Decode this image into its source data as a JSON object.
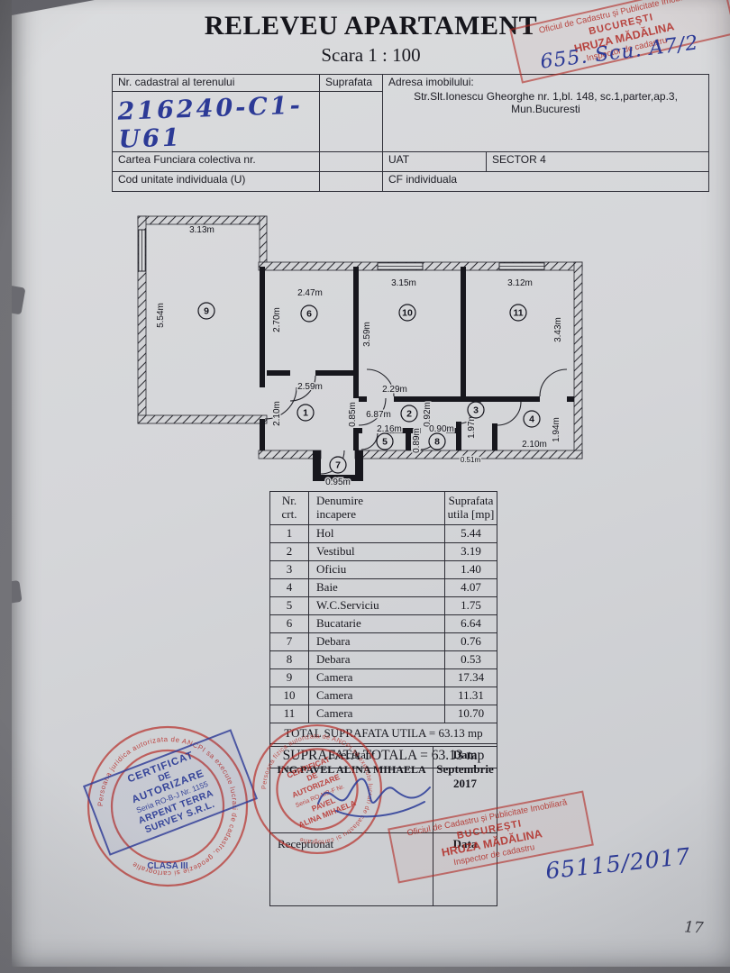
{
  "document": {
    "title": "RELEVEU APARTAMENT",
    "scale_label": "Scara 1 : 100",
    "page_number": "17"
  },
  "header_table": {
    "nr_cadastral_label": "Nr. cadastral al terenului",
    "suprafata_label": "Suprafata",
    "adresa_label": "Adresa imobilului:",
    "adresa_value": "Str.Slt.Ionescu Gheorghe nr. 1,bl. 148, sc.1,parter,ap.3,\nMun.Bucuresti",
    "nr_cadastral_value": "216240-C1-U61",
    "cartea_funciara_label": "Cartea Funciara colectiva nr.",
    "uat_label": "UAT",
    "uat_value": "SECTOR 4",
    "cod_unitate_label": "Cod unitate individuala (U)",
    "cf_label": "CF individuala"
  },
  "floor_plan": {
    "room_numbers": [
      "1",
      "2",
      "3",
      "4",
      "5",
      "6",
      "7",
      "8",
      "9",
      "10",
      "11"
    ],
    "dim_labels": [
      "3.13m",
      "5.54m",
      "2.47m",
      "2.70m",
      "3.15m",
      "3.59m",
      "3.12m",
      "3.43m",
      "2.59m",
      "2.10m",
      "2.29m",
      "6.87m",
      "0.85m",
      "0.92m",
      "1.97m",
      "1.94m",
      "2.16m",
      "0.90m",
      "0.89m",
      "0.51m",
      "2.10m",
      "0.95m"
    ]
  },
  "room_table": {
    "headers": {
      "nr": "Nr.\ncrt.",
      "denumire": "Denumire\nincapere",
      "suprafata": "Suprafata\nutila [mp]"
    },
    "rows": [
      [
        "1",
        "Hol",
        "5.44"
      ],
      [
        "2",
        "Vestibul",
        "3.19"
      ],
      [
        "3",
        "Oficiu",
        "1.40"
      ],
      [
        "4",
        "Baie",
        "4.07"
      ],
      [
        "5",
        "W.C.Serviciu",
        "1.75"
      ],
      [
        "6",
        "Bucatarie",
        "6.64"
      ],
      [
        "7",
        "Debara",
        "0.76"
      ],
      [
        "8",
        "Debara",
        "0.53"
      ],
      [
        "9",
        "Camera",
        "17.34"
      ],
      [
        "10",
        "Camera",
        "11.31"
      ],
      [
        "11",
        "Camera",
        "10.70"
      ]
    ],
    "total_utila": "TOTAL SUPRAFATA UTILA = 63.13 mp",
    "suprafata_totala": "SUPRAFATA TOTALA = 63.13 mp"
  },
  "signature_block": {
    "executant_label": "Executant",
    "executant_name": "ING.PAVEL ALINA MIHAELA",
    "data_label": "Data",
    "data_value": "Septembrie\n2017",
    "receptionat_label": "Receptionat",
    "receptionat_data_label": "Data"
  },
  "stamps": {
    "ocpi": {
      "line1": "Oficiul de Cadastru și Publicitate Imobiliară",
      "line2": "BUCUREȘTI",
      "line3": "HRUZA MĂDĂLINA",
      "line4": "Inspector de cadastru"
    },
    "arpent": {
      "ring_text": "Persoana juridica autorizata de ANCPI sa execute lucrari de cadastru, geodezie si cartografie",
      "line1": "CERTIFICAT",
      "line2": "DE",
      "line3": "AUTORIZARE",
      "line4": "Seria RO-B-J Nr. 1155",
      "line5": "ARPENT TERRA",
      "line6": "SURVEY S.R.L.",
      "clasa": "CLASA III"
    },
    "pavel": {
      "ring_text": "Persoana fizica autorizata de ANCPI sa execute lucrari de cadastru si cartografie",
      "line1": "CERTIFICAT",
      "line2": "DE",
      "line3": "AUTORIZARE",
      "line4": "Seria RO-MB-F Nr.",
      "line5": "PAVEL",
      "line6": "ALINA MIHAELA"
    }
  },
  "handwriting": {
    "top_right": "655. Scu. A7/2",
    "registration": "65115/2017"
  },
  "colors": {
    "stamp_red": "#b72d28",
    "stamp_blue": "#2c3a96",
    "ink_blue": "#2c3a96",
    "paper": "#d5d6d9"
  }
}
